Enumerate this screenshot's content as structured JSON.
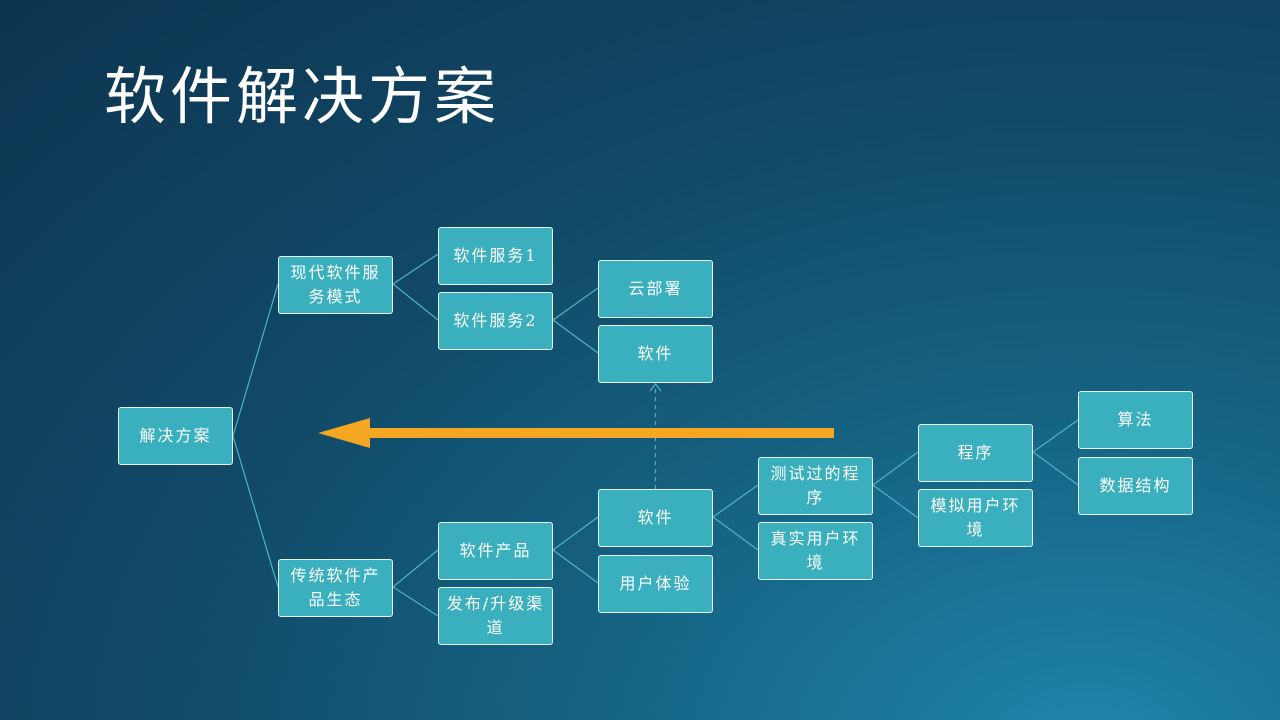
{
  "title": "软件解决方案",
  "colors": {
    "node_fill": "#3ab0bf",
    "node_border": "#e9f6f8",
    "connector": "#4fb3c4",
    "arrow": "#f5a623"
  },
  "nodes": {
    "root": "解决方案",
    "modern": "现代软件服务模式",
    "service1": "软件服务1",
    "service2": "软件服务2",
    "cloud": "云部署",
    "software_top": "软件",
    "traditional": "传统软件产品生态",
    "product": "软件产品",
    "channel": "发布/升级渠道",
    "software_mid": "软件",
    "ux": "用户体验",
    "tested": "测试过的程序",
    "real_env": "真实用户环境",
    "program": "程序",
    "sim_env": "模拟用户环境",
    "algorithm": "算法",
    "data_struct": "数据结构"
  }
}
